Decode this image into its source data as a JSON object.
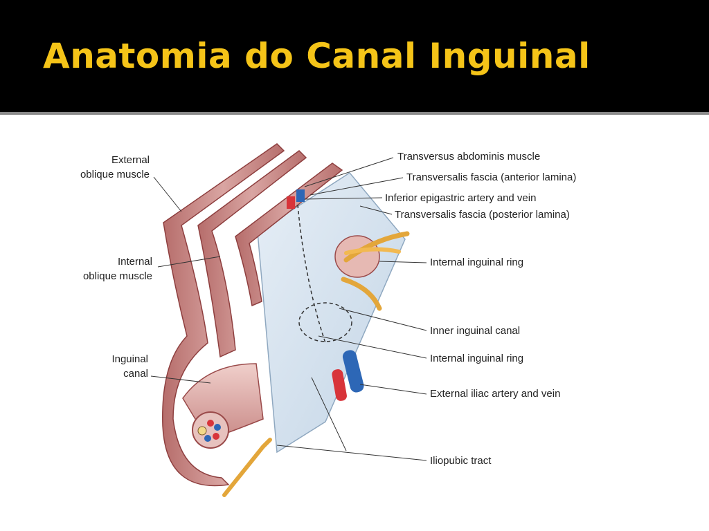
{
  "slide": {
    "title": "Anatomia do Canal Inguinal"
  },
  "diagram": {
    "labels_left": {
      "external_oblique_1": "External",
      "external_oblique_2": "oblique muscle",
      "internal_oblique_1": "Internal",
      "internal_oblique_2": "oblique muscle",
      "inguinal_canal_1": "Inguinal",
      "inguinal_canal_2": "canal"
    },
    "labels_right": {
      "transversus_abdominis": "Transversus abdominis muscle",
      "transversalis_anterior": "Transversalis  fascia (anterior lamina)",
      "inferior_epigastric": "Inferior epigastric artery and vein",
      "transversalis_posterior": "Transversalis fascia (posterior lamina)",
      "internal_ring_upper": "Internal inguinal ring",
      "inner_canal": "Inner inguinal canal",
      "internal_ring_lower": "Internal inguinal ring",
      "external_iliac": "External iliac artery and vein",
      "iliopubic_tract": "Iliopubic tract"
    },
    "colors": {
      "muscle": "#c98d8b",
      "muscle_dark": "#9a4a4a",
      "muscle_light": "#e9c3bf",
      "fascia": "#d6e4ef",
      "fascia_edge": "#8fa8c0",
      "nerve": "#f2b950",
      "artery": "#d8343a",
      "vein": "#2d67b6"
    }
  }
}
